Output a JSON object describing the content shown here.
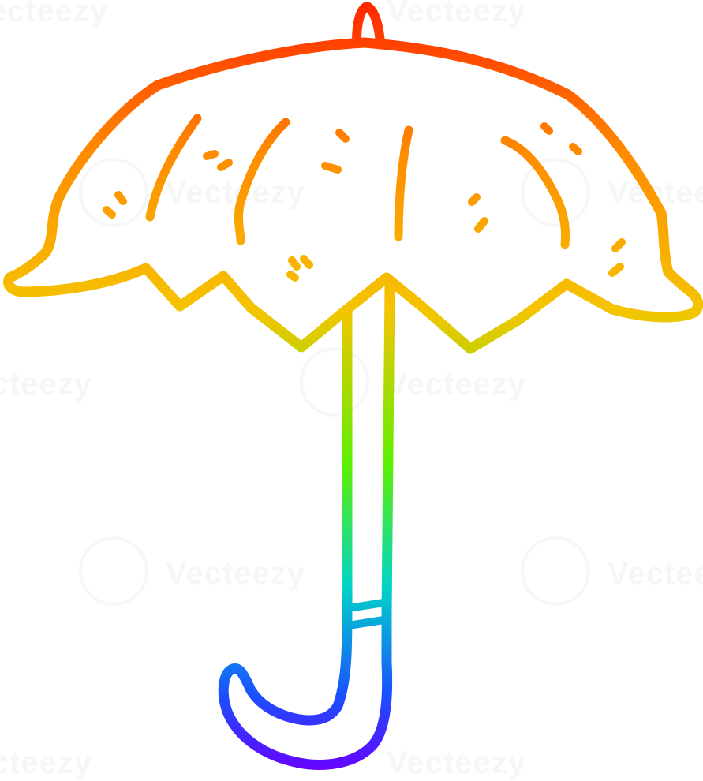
{
  "image": {
    "subject": "umbrella",
    "style": "rainbow gradient cartoon line drawing",
    "background": "#ffffff"
  },
  "colors": {
    "gradient_top": "#ff2400",
    "gradient_orange": "#ff8c00",
    "gradient_yellow": "#f5c400",
    "gradient_green": "#5ef000",
    "gradient_cyan": "#00d4c8",
    "gradient_blue": "#1a4fff",
    "gradient_bottom": "#6a00ff"
  },
  "watermark": {
    "text": "Vecteezy"
  }
}
